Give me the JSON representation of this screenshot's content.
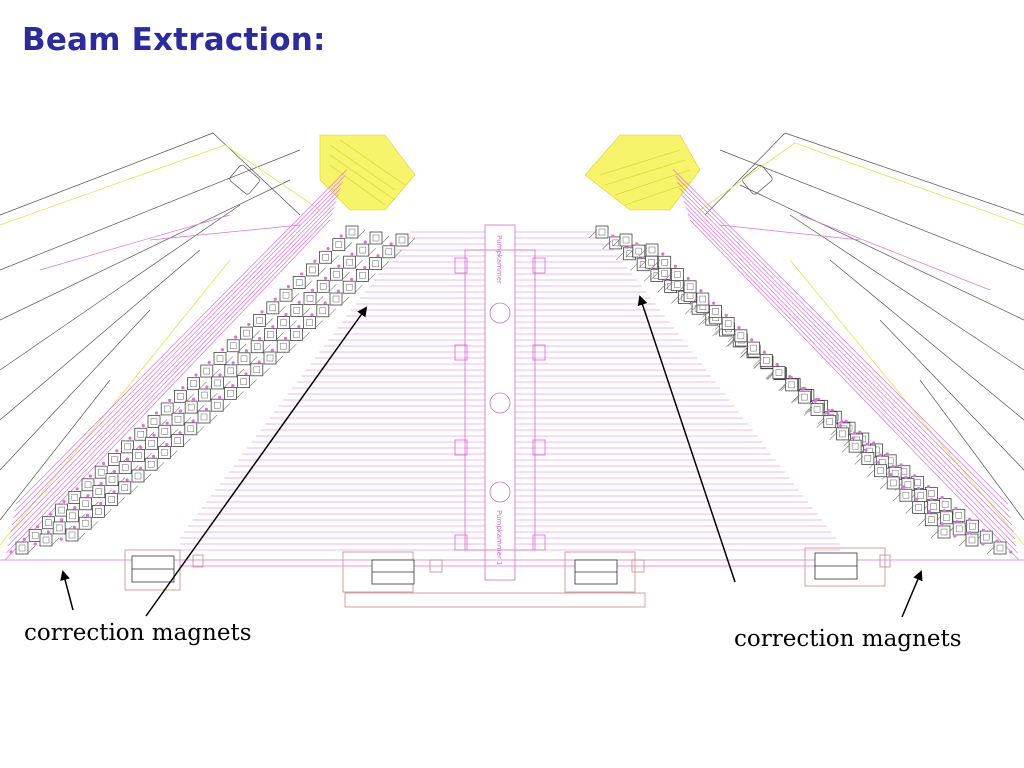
{
  "slide": {
    "title": "Beam Extraction:"
  },
  "annotations": {
    "left_caption": "correction magnets",
    "right_caption": "correction magnets"
  },
  "diagram": {
    "colors": {
      "beamline": "#e070e0",
      "magnet_outline": "#555555",
      "frame": "#444444",
      "structure": "#cc9999",
      "coil": "#f2f25a",
      "arrow": "#000000"
    },
    "labels": {
      "tube_upper": "Pumpkammer",
      "tube_lower": "Pumpkammer 1"
    }
  }
}
